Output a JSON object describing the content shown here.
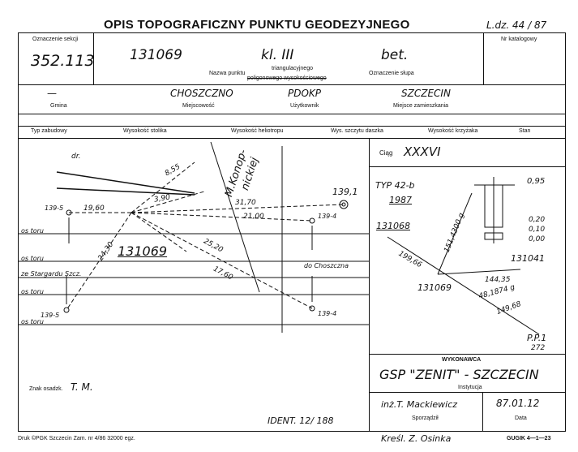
{
  "header": {
    "title": "OPIS TOPOGRAFICZNY PUNKTU GEODEZYJNEGO",
    "ldz": "L.dz. 44 / 87"
  },
  "row1": {
    "oznaczenie_sekcji_label": "Oznaczenie sekcji",
    "oznaczenie_sekcji_value": "352.113",
    "nazwa_punktu_value": "131069",
    "klasa_value": "kl. III",
    "oznaczenie_slupa_value": "bet.",
    "nazwa_punktu_label": "Nazwa punktu",
    "triangulacyjnego": "triangulacyjnego",
    "poligonowego": "poligonowego  wysokościowego",
    "oznaczenie_slupa_label": "Oznaczenie słupa",
    "nr_katalogowy_label": "Nr katalogowy"
  },
  "row2": {
    "gmina_value": "—",
    "miejscowosc_value": "CHOSZCZNO",
    "uzytkownik_value": "PDOKP",
    "miejsce_value": "SZCZECIN",
    "gmina_label": "Gmina",
    "miejscowosc_label": "Miejscowość",
    "uzytkownik_label": "Użytkownik",
    "miejsce_label": "Miejsce zamieszkania"
  },
  "row3": {
    "typ_zabudowy": "Typ zabudowy",
    "wys_stolika": "Wysokość stolika",
    "wys_heliotropu": "Wysokość heliotropu",
    "wys_szczytu": "Wys. szczytu daszka",
    "wys_krzyzaka": "Wysokość krzyżaka",
    "stan": "Stan"
  },
  "sketch": {
    "dr": "dr.",
    "street": "M.Konop-",
    "street2": "nickiej",
    "dist_855": "8,55",
    "dist_390": "3,90",
    "dist_1960": "19,60",
    "dist_3170": "31,70",
    "dist_2100": "21,00",
    "pt_1391": "139,1",
    "pt_1395a": "139-5",
    "pt_1394a": "139-4",
    "pt_1395b": "139-5",
    "pt_1394b": "139-4",
    "os_toru1": "os toru",
    "os_toru2": "os toru",
    "ze_stargardu": "ze Stargardu Szcz.",
    "os_toru3": "os toru",
    "os_toru4": "os toru",
    "do_choszczna": "do Choszczna",
    "point_num": "131069",
    "dist_2430": "24,30",
    "dist_2520": "25,20",
    "dist_1760": "17,60"
  },
  "ciag": {
    "label": "Ciąg",
    "value": "XXXVI"
  },
  "right_sketch": {
    "typ": "TYP 42-b",
    "year": "1987",
    "dim_095": "0,95",
    "dim_020": "0,20",
    "dim_010": "0,10",
    "dim_000": "0,00",
    "pt_131068": "131068",
    "pt_13104": "131041",
    "pt_131069": "131069",
    "dist_19966": "199,66",
    "dist_1514300": "151,4300 g",
    "dist_14435": "144,35",
    "dist_481874": "48,1874 g",
    "dist_14968": "149,68",
    "pp_top": "P.P.1",
    "pp_bottom": "272"
  },
  "wykonawca": {
    "label": "WYKONAWCA",
    "instytucja_value": "GSP \"ZENIT\" - SZCZECIN",
    "instytucja_label": "Instytucja",
    "sporzadzil_value": "inż.T. Mackiewicz",
    "sporzadzil_label": "Sporządził",
    "data_value": "87.01.12",
    "data_label": "Data"
  },
  "footer": {
    "znak_label": "Znak osadzk.",
    "znak_value": "T. M.",
    "ident": "IDENT. 12/ 188",
    "kresl": "Kreśl. Z. Osinka",
    "druk": "Druk ©PGK Szczecin  Zam. nr 4/86   32000 egz.",
    "gugik": "GUGIK 4—1—23"
  }
}
